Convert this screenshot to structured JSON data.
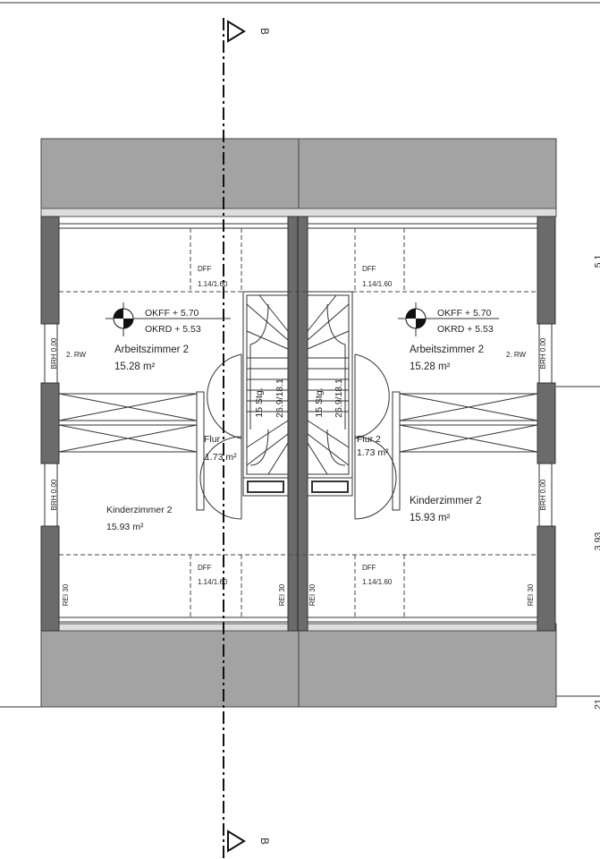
{
  "section_marker": {
    "label": "B"
  },
  "left_unit": {
    "level": {
      "okff": "OKFF + 5.70",
      "okrd": "OKRD + 5.53"
    },
    "rooms": [
      {
        "name": "Arbeitszimmer 2",
        "area": "15.28 m²"
      },
      {
        "name": "Flur",
        "area": "1.73 m²"
      },
      {
        "name": "Kinderzimmer 2",
        "area": "15.93 m²"
      }
    ],
    "dormer_top": {
      "label": "DFF",
      "size": "1.14/1.60"
    },
    "dormer_bottom": {
      "label": "DFF",
      "size": "1.14/1.60"
    },
    "window_note": "2. RW",
    "sill_top": "BRH 0.00",
    "sill_bottom": "BRH 0.00",
    "fire_left": "REI 30",
    "fire_right": "REI 30",
    "stair": {
      "steps": "15 Stg.",
      "ratio": "26.9/18.1"
    }
  },
  "right_unit": {
    "level": {
      "okff": "OKFF + 5.70",
      "okrd": "OKRD + 5.53"
    },
    "rooms": [
      {
        "name": "Arbeitszimmer 2",
        "area": "15.28 m²"
      },
      {
        "name": "Flur 2",
        "area": "1.73 m²"
      },
      {
        "name": "Kinderzimmer 2",
        "area": "15.93 m²"
      }
    ],
    "dormer_top": {
      "label": "DFF",
      "size": "1.14/1.60"
    },
    "dormer_bottom": {
      "label": "DFF",
      "size": "1.14/1.60"
    },
    "window_note": "2. RW",
    "sill_top": "BRH 0.00",
    "sill_bottom": "BRH 0.00",
    "fire_left": "REI 30",
    "fire_right": "REI 30",
    "stair": {
      "steps": "15 Stg.",
      "ratio": "26.9/18.1"
    }
  },
  "dimensions": [
    "5.1",
    "3.93",
    "21"
  ]
}
